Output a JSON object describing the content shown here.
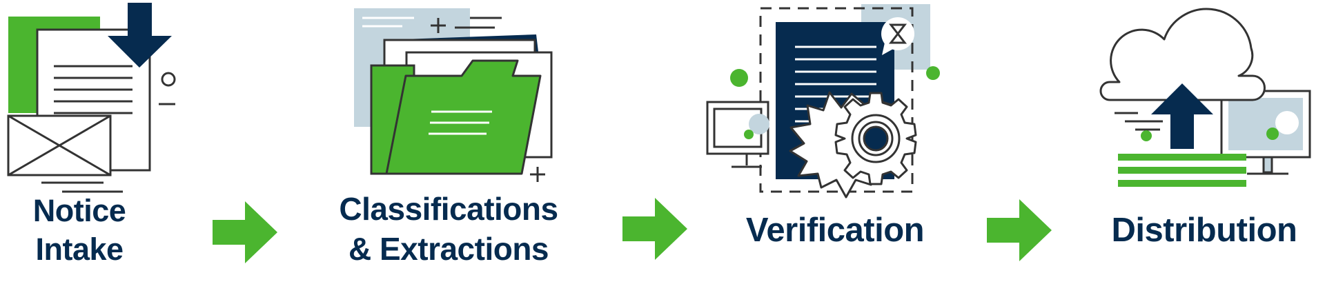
{
  "colors": {
    "navy": "#062b4f",
    "green": "#4bb52f",
    "light_blue": "#c3d5de",
    "outline": "#333333"
  },
  "steps": [
    {
      "icon": "envelope-document-download-icon",
      "label_line1": "Notice",
      "label_line2": "Intake"
    },
    {
      "icon": "folder-documents-icon",
      "label_line1": "Classifications",
      "label_line2": "& Extractions"
    },
    {
      "icon": "document-gear-icon",
      "label_line1": "Verification"
    },
    {
      "icon": "cloud-upload-monitor-icon",
      "label_line1": "Distribution"
    }
  ],
  "connectors": [
    "arrow-right-icon",
    "arrow-right-icon",
    "arrow-right-icon"
  ]
}
